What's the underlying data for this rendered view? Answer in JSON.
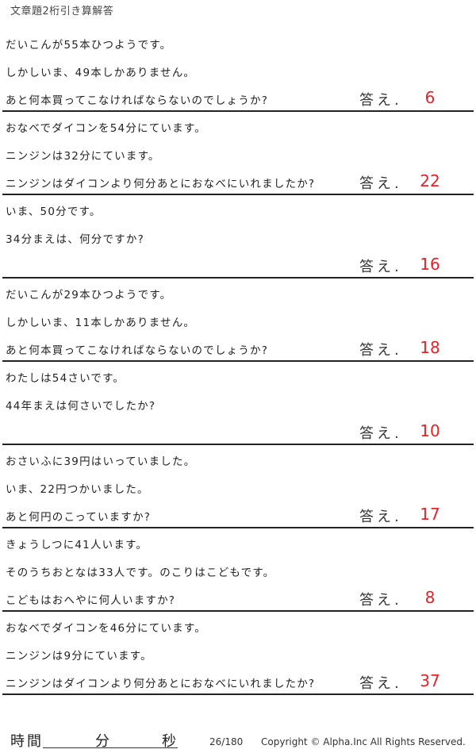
{
  "header": {
    "title": "文章題2桁引き算解答"
  },
  "answer_label": "答え.",
  "accent_color": "#e8202a",
  "problems": [
    {
      "lines": [
        "だいこんが55本ひつようです。",
        "しかしいま、49本しかありません。",
        "あと何本買ってこなければならないのでしょうか?"
      ],
      "answer": "6"
    },
    {
      "lines": [
        "おなべでダイコンを54分にています。",
        "ニンジンは32分にています。",
        "ニンジンはダイコンより何分あとにおなべにいれましたか?"
      ],
      "answer": "22"
    },
    {
      "lines": [
        "いま、50分です。",
        "34分まえは、何分ですか?",
        ""
      ],
      "answer": "16"
    },
    {
      "lines": [
        "だいこんが29本ひつようです。",
        "しかしいま、11本しかありません。",
        "あと何本買ってこなければならないのでしょうか?"
      ],
      "answer": "18"
    },
    {
      "lines": [
        "わたしは54さいです。",
        "44年まえは何さいでしたか?",
        ""
      ],
      "answer": "10"
    },
    {
      "lines": [
        "おさいふに39円はいっていました。",
        "いま、22円つかいました。",
        "あと何円のこっていますか?"
      ],
      "answer": "17"
    },
    {
      "lines": [
        "きょうしつに41人います。",
        "そのうちおとなは33人です。のこりはこどもです。",
        "こどもはおへやに何人いますか?"
      ],
      "answer": "8"
    },
    {
      "lines": [
        "おなべでダイコンを46分にています。",
        "ニンジンは9分にています。",
        "ニンジンはダイコンより何分あとにおなべにいれましたか?"
      ],
      "answer": "37"
    }
  ],
  "footer": {
    "time_label": "時間",
    "minute_label": "分",
    "second_label": "秒",
    "page_number": "26/180",
    "copyright": "Copyright ©  Alpha.Inc All Rights Reserved."
  }
}
